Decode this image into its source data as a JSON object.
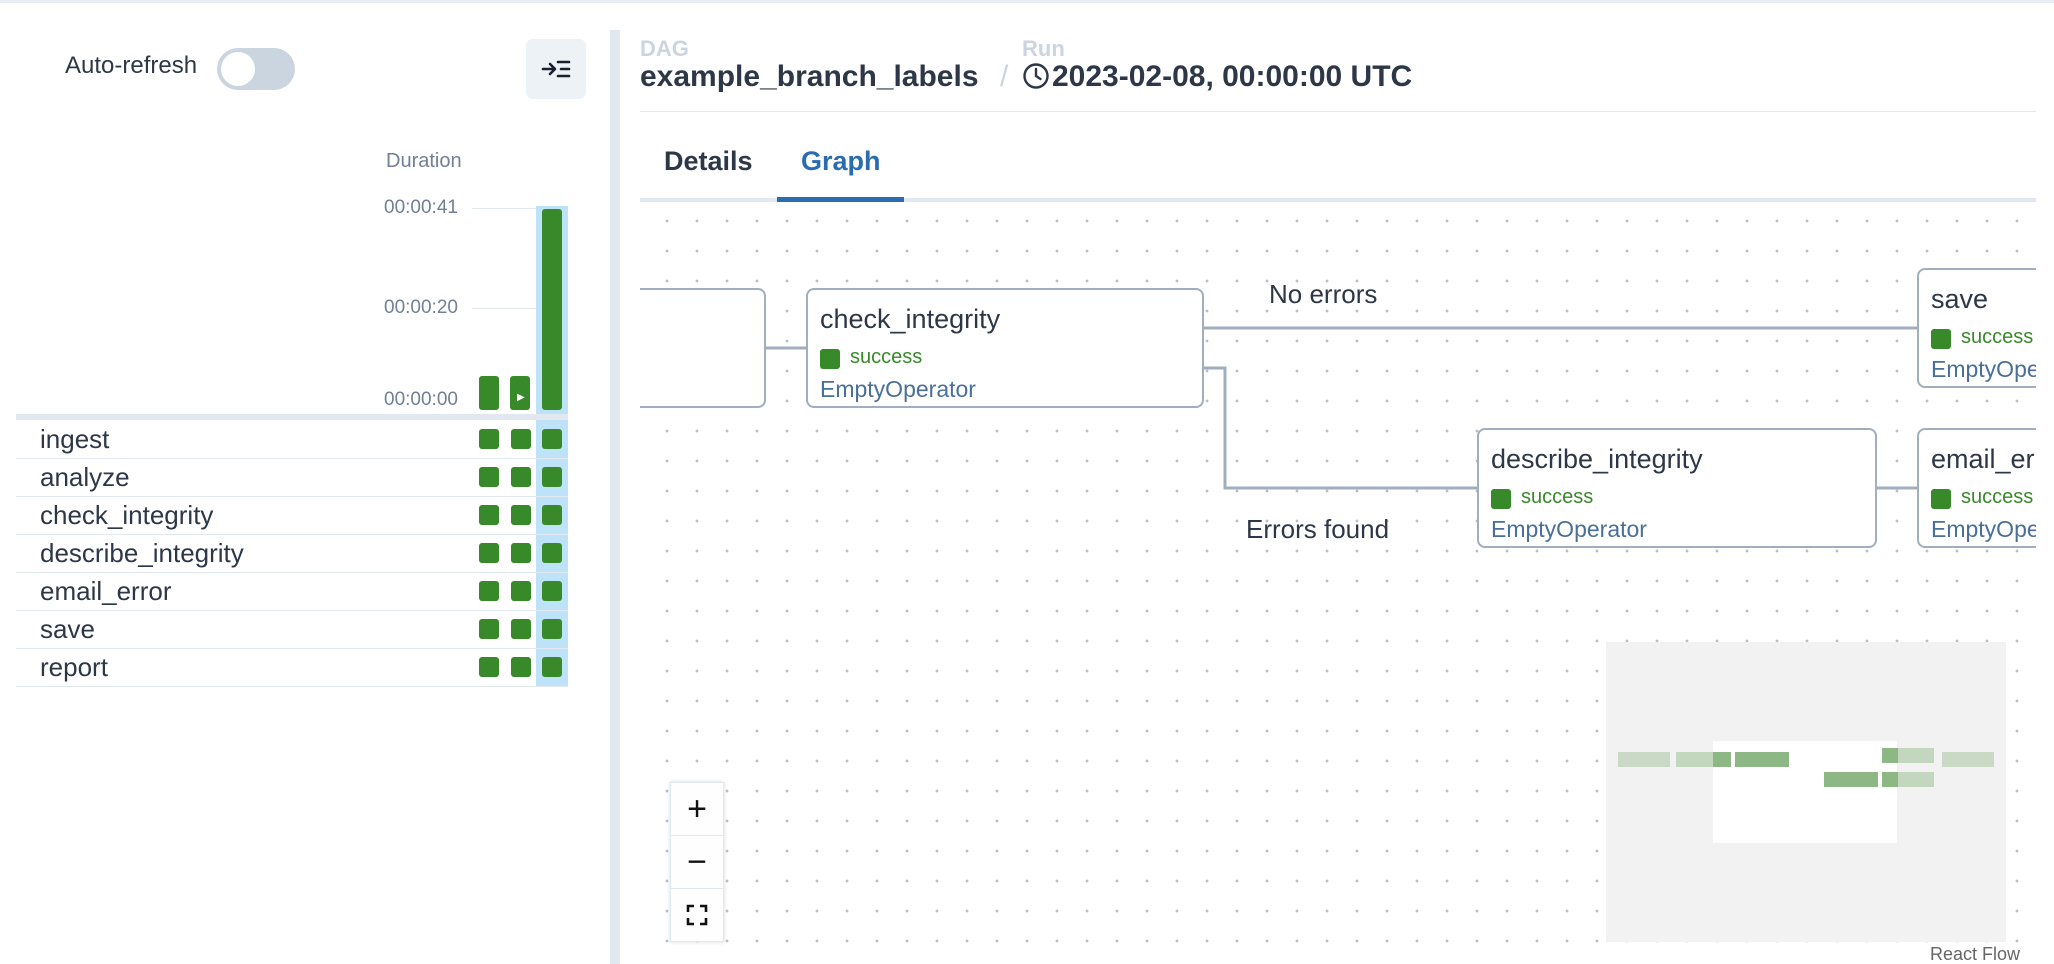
{
  "left_panel": {
    "auto_refresh_label": "Auto-refresh",
    "auto_refresh_on": false,
    "collapse_icon": "arrow-collapse-icon",
    "duration_header": "Duration",
    "ticks": [
      "00:00:41",
      "00:00:20",
      "00:00:00"
    ],
    "runs_duration_seconds": [
      6,
      6,
      41
    ],
    "tasks": [
      {
        "name": "ingest",
        "states": [
          "success",
          "success",
          "success"
        ]
      },
      {
        "name": "analyze",
        "states": [
          "success",
          "success",
          "success"
        ]
      },
      {
        "name": "check_integrity",
        "states": [
          "success",
          "success",
          "success"
        ]
      },
      {
        "name": "describe_integrity",
        "states": [
          "success",
          "success",
          "success"
        ]
      },
      {
        "name": "email_error",
        "states": [
          "success",
          "success",
          "success"
        ]
      },
      {
        "name": "save",
        "states": [
          "success",
          "success",
          "success"
        ]
      },
      {
        "name": "report",
        "states": [
          "success",
          "success",
          "success"
        ]
      }
    ]
  },
  "header": {
    "dag_label": "DAG",
    "dag_value": "example_branch_labels",
    "separator": "/",
    "run_label": "Run",
    "run_icon": "clock-icon",
    "run_value": "2023-02-08, 00:00:00 UTC"
  },
  "tabs": [
    {
      "label": "Details",
      "active": false
    },
    {
      "label": "Graph",
      "active": true
    }
  ],
  "graph": {
    "nodes": [
      {
        "name": "check_integrity",
        "state": "success",
        "operator": "EmptyOperator"
      },
      {
        "name": "save",
        "state": "success",
        "operator": "EmptyOperator"
      },
      {
        "name": "describe_integrity",
        "state": "success",
        "operator": "EmptyOperator"
      },
      {
        "name": "email_er",
        "state": "success",
        "operator": "EmptyOperator"
      }
    ],
    "edge_labels": {
      "no_errors": "No errors",
      "errors_found": "Errors found"
    },
    "controls": {
      "zoom_in": "+",
      "zoom_out": "−",
      "fit_icon": "fit-view-icon"
    },
    "attribution": "React Flow"
  },
  "colors": {
    "success": "#38892a",
    "accent": "#2b6cb0",
    "node_border": "#a0aec0",
    "edge": "#a0aec0",
    "duration_highlight": "#bee3f8"
  }
}
